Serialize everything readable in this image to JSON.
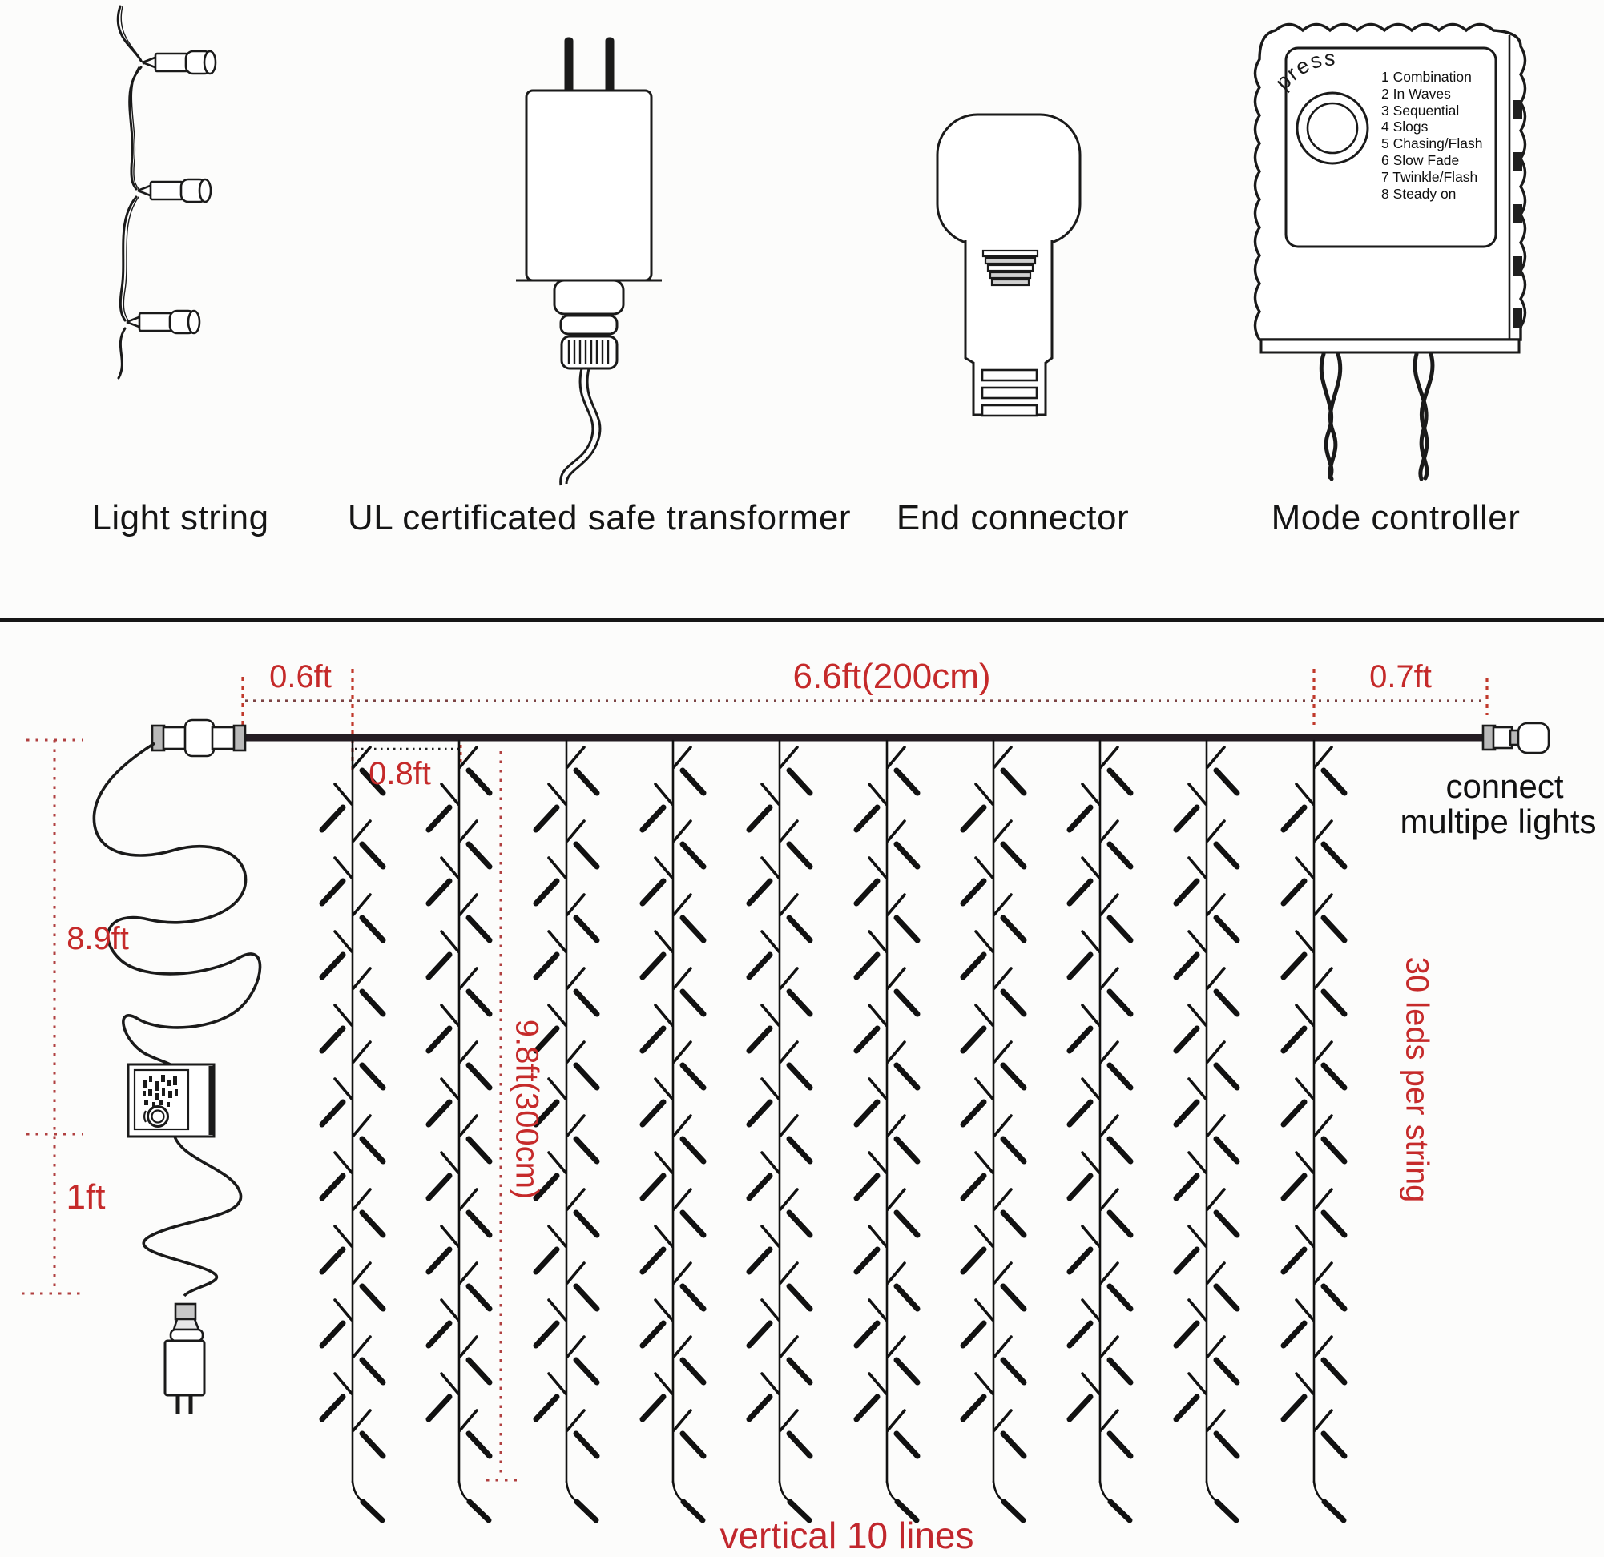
{
  "top_row": {
    "items": [
      {
        "caption": "Light string"
      },
      {
        "caption": "UL certificated safe transformer"
      },
      {
        "caption": "End connector"
      },
      {
        "caption": "Mode controller"
      }
    ]
  },
  "mode_controller": {
    "button_label": "press",
    "modes": [
      "1 Combination",
      "2 In Waves",
      "3 Sequential",
      "4 Slogs",
      "5 Chasing/Flash",
      "6 Slow Fade",
      "7 Twinkle/Flash",
      "8 Steady on"
    ]
  },
  "diagram": {
    "top_dim": {
      "left": "0.6ft",
      "middle": "6.6ft(200cm)",
      "right": "0.7ft"
    },
    "left_dim": {
      "cord": "8.9ft",
      "plug": "1ft"
    },
    "drop_dim": {
      "spacing": "0.8ft",
      "length": "9.8ft(300cm)"
    },
    "notes": {
      "connect_line1": "connect",
      "connect_line2": "multipe lights",
      "leds_per_string": "30 leds per string",
      "vertical_lines": "vertical 10 lines"
    },
    "string_count": 10
  },
  "colors": {
    "red_text": "#c52a2a",
    "dim_dots": "#7d4444",
    "dim_ticks": "#c0392b",
    "ink": "#1a1a1a"
  }
}
